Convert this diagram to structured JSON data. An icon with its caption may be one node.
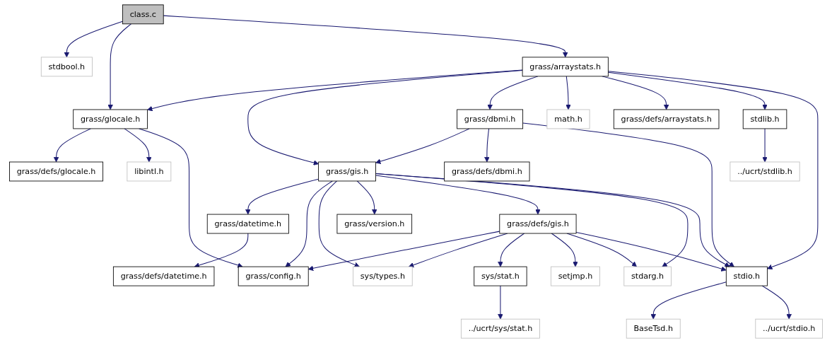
{
  "diagram": {
    "nodes": [
      {
        "text": [
          "class.c"
        ]
      },
      {
        "text": [
          "stdbool.h"
        ]
      },
      {
        "text": [
          "grass/arraystats.h"
        ]
      },
      {
        "text": [
          "grass/glocale.h"
        ]
      },
      {
        "text": [
          "grass/dbmi.h"
        ]
      },
      {
        "text": [
          "math.h"
        ]
      },
      {
        "text": [
          "grass/defs/arraystats.h"
        ]
      },
      {
        "text": [
          "stdlib.h"
        ]
      },
      {
        "text": [
          "grass/defs/glocale.h"
        ]
      },
      {
        "text": [
          "libintl.h"
        ]
      },
      {
        "text": [
          "grass/gis.h"
        ]
      },
      {
        "text": [
          "grass/defs/dbmi.h"
        ]
      },
      {
        "text": [
          "../ucrt/stdlib.h"
        ]
      },
      {
        "text": [
          "grass/datetime.h"
        ]
      },
      {
        "text": [
          "grass/version.h"
        ]
      },
      {
        "text": [
          "grass/defs/gis.h"
        ]
      },
      {
        "text": [
          "grass/defs/datetime.h"
        ]
      },
      {
        "text": [
          "grass/config.h"
        ]
      },
      {
        "text": [
          "sys/types.h"
        ]
      },
      {
        "text": [
          "sys/stat.h"
        ]
      },
      {
        "text": [
          "setjmp.h"
        ]
      },
      {
        "text": [
          "stdarg.h"
        ]
      },
      {
        "text": [
          "stdio.h"
        ]
      },
      {
        "text": [
          "../ucrt/sys/stat.h"
        ]
      },
      {
        "text": [
          "BaseTsd.h"
        ]
      },
      {
        "text": [
          "../ucrt/stdio.h"
        ]
      }
    ],
    "edges": [
      {
        "from": 0,
        "to": 1,
        "arrow": "to"
      },
      {
        "from": 0,
        "to": 3,
        "arrow": "to"
      },
      {
        "from": 0,
        "to": 2,
        "arrow": "to"
      },
      {
        "from": 2,
        "to": 3,
        "arrow": "to"
      },
      {
        "from": 2,
        "to": 10,
        "arrow": "to"
      },
      {
        "from": 2,
        "to": 4,
        "arrow": "to"
      },
      {
        "from": 2,
        "to": 5,
        "arrow": "to"
      },
      {
        "from": 2,
        "to": 6,
        "arrow": "to"
      },
      {
        "from": 2,
        "to": 7,
        "arrow": "to"
      },
      {
        "from": 2,
        "to": 22,
        "arrow": "to"
      },
      {
        "from": 3,
        "to": 8,
        "arrow": "to"
      },
      {
        "from": 3,
        "to": 9,
        "arrow": "to"
      },
      {
        "from": 3,
        "to": 17,
        "arrow": "to"
      },
      {
        "from": 4,
        "to": 10,
        "arrow": "to"
      },
      {
        "from": 4,
        "to": 11,
        "arrow": "to"
      },
      {
        "from": 4,
        "to": 22,
        "arrow": "to"
      },
      {
        "from": 7,
        "to": 12,
        "arrow": "to"
      },
      {
        "from": 10,
        "to": 13,
        "arrow": "to"
      },
      {
        "from": 10,
        "to": 17,
        "arrow": "to"
      },
      {
        "from": 10,
        "to": 18,
        "arrow": "to"
      },
      {
        "from": 10,
        "to": 14,
        "arrow": "to"
      },
      {
        "from": 10,
        "to": 15,
        "arrow": "to"
      },
      {
        "from": 10,
        "to": 21,
        "arrow": "to"
      },
      {
        "from": 10,
        "to": 22,
        "arrow": "to"
      },
      {
        "from": 13,
        "to": 16,
        "arrow": "to"
      },
      {
        "from": 15,
        "to": 17,
        "arrow": "to"
      },
      {
        "from": 15,
        "to": 18,
        "arrow": "to"
      },
      {
        "from": 15,
        "to": 19,
        "arrow": "to"
      },
      {
        "from": 15,
        "to": 20,
        "arrow": "to"
      },
      {
        "from": 15,
        "to": 21,
        "arrow": "to"
      },
      {
        "from": 15,
        "to": 22,
        "arrow": "to"
      },
      {
        "from": 19,
        "to": 23,
        "arrow": "to"
      },
      {
        "from": 22,
        "to": 24,
        "arrow": "to"
      },
      {
        "from": 22,
        "to": 25,
        "arrow": "to"
      }
    ]
  }
}
